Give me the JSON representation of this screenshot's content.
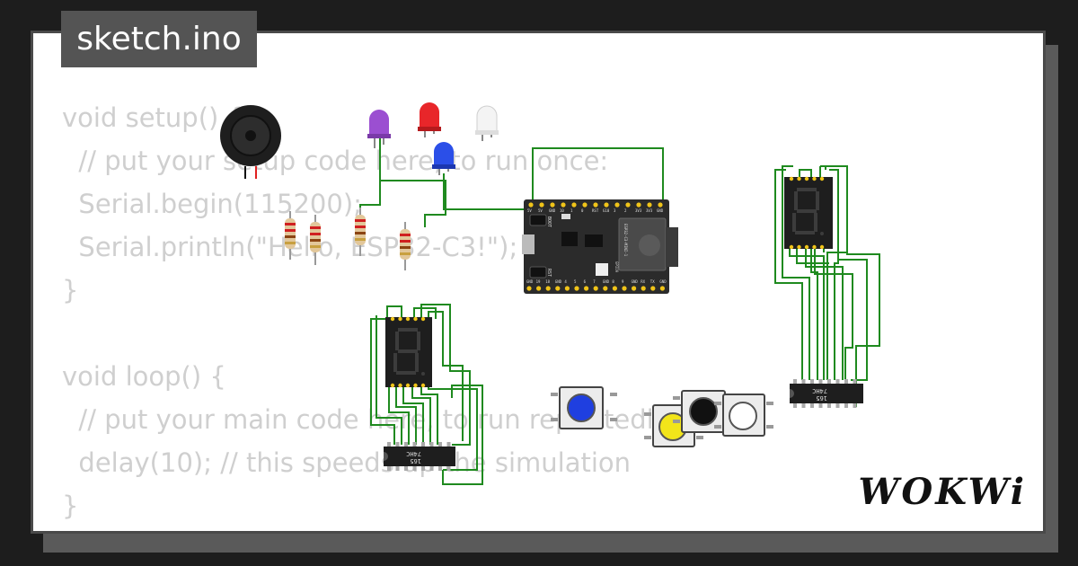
{
  "file_tab": {
    "filename": "sketch.ino"
  },
  "code": {
    "lines": [
      "void setup() {",
      "  // put your setup code here, to run once:",
      "  Serial.begin(115200);",
      "  Serial.println(\"Hello, ESP32-C3!\");",
      "}",
      "",
      "void loop() {",
      "  // put your main code here, to run repeatedly:",
      "  delay(10); // this speeds up the simulation",
      "}"
    ]
  },
  "components": {
    "esp32": {
      "top_pins": [
        "5V",
        "5V",
        "GND",
        "10",
        "1",
        "0",
        "RST",
        "G10",
        "3",
        "2",
        "3V3",
        "3V3",
        "GND"
      ],
      "bottom_pins": [
        "GND",
        "19",
        "18",
        "GND",
        "4",
        "5",
        "6",
        "7",
        "GND",
        "8",
        "9",
        "GND",
        "RX",
        "TX",
        "GND"
      ],
      "boot_label": "BOOT",
      "rst_label": "RST",
      "chip_label": "ESP32-C3-MINI-1",
      "gpio_label": "GPIO9"
    },
    "shift_register_chip": {
      "label_top": "74HC",
      "label_bottom": "165"
    },
    "led_colors": {
      "purple": "#9b4fd1",
      "red": "#e8262a",
      "white": "#f4f4f4",
      "blue": "#2b4fe8"
    },
    "button_colors": [
      "#1f3fe0",
      "#f2e51a",
      "#111111",
      "#ffffff"
    ]
  },
  "brand": {
    "logo": "WOKWi"
  }
}
